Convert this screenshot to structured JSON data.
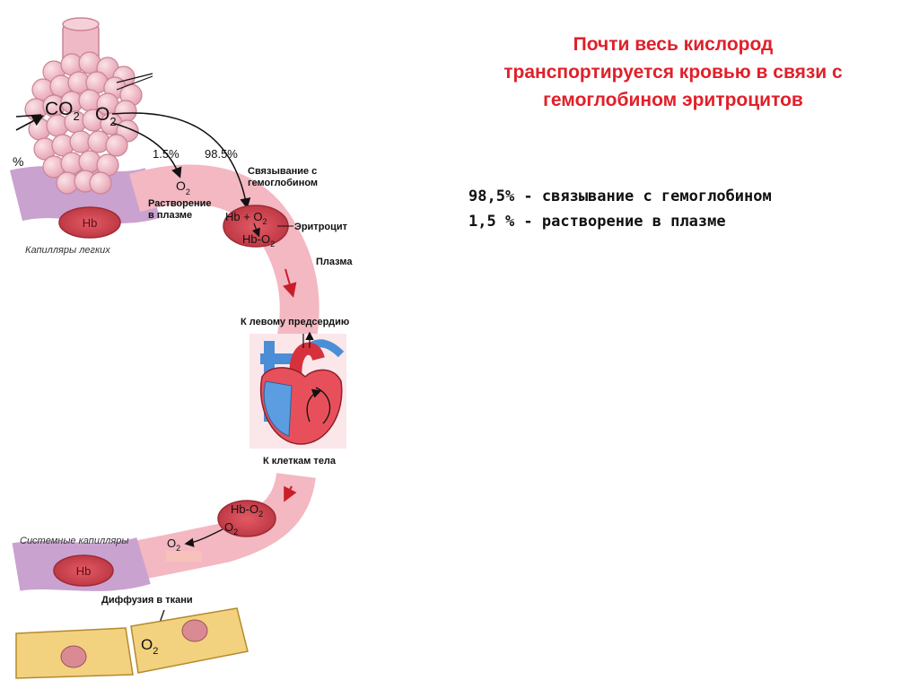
{
  "slide": {
    "title_lines": [
      "Почти весь кислород",
      "транспортируется кровью в связи с",
      "гемоглобином эритроцитов"
    ],
    "stats": [
      "98,5% - связывание с гемоглобином",
      "1,5 % - растворение в плазме"
    ]
  },
  "diagram": {
    "co2": "CO",
    "co2_sub": "2",
    "o2": "O",
    "o2_sub": "2",
    "percent_left": "%",
    "pct_plasma": "1.5%",
    "pct_hb": "98.5%",
    "label_plasma_dissolve": [
      "Растворение",
      "в плазме"
    ],
    "label_hb_binding": [
      "Связывание с",
      "гемоглобином"
    ],
    "hb": "Hb",
    "hb_plus": "Hb + O",
    "hb_o2": "Hb-O",
    "label_erythrocyte": "Эритроцит",
    "label_plasma": "Плазма",
    "label_lung_capillaries": "Капилляры легких",
    "label_to_left_atrium": "К левому предсердию",
    "label_to_body_cells": "К клеткам тела",
    "label_systemic_capillaries": "Системные капилляры",
    "label_tissue_diffusion": "Диффузия в ткани"
  },
  "colors": {
    "title": "#e0202a",
    "vessel_pink": "#f3b8c2",
    "capillary_purple": "#c9a2cf",
    "rbc": "#d64a55",
    "alveoli": "#f0c2cc",
    "tissue": "#f2d27e",
    "arrow_red": "#c81e2a"
  }
}
